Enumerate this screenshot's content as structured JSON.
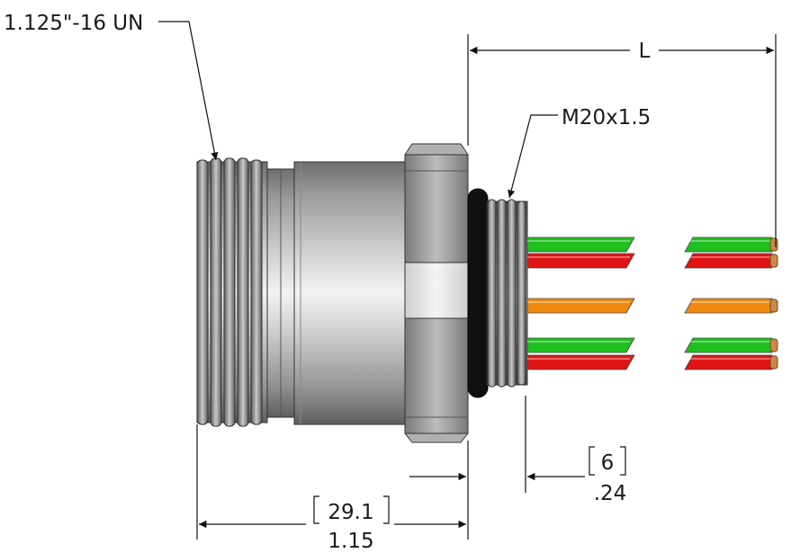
{
  "callouts": {
    "thread_large": "1.125\"-16 UN",
    "thread_small": "M20x1.5"
  },
  "dimensions": {
    "length_label": "L",
    "body_length_mm": "29.1",
    "body_length_in": "1.15",
    "pin_length_mm": "6",
    "pin_length_in": ".24"
  },
  "wire_colors": {
    "green": "#1fc01f",
    "red": "#e01414",
    "orange": "#ee8a10"
  }
}
